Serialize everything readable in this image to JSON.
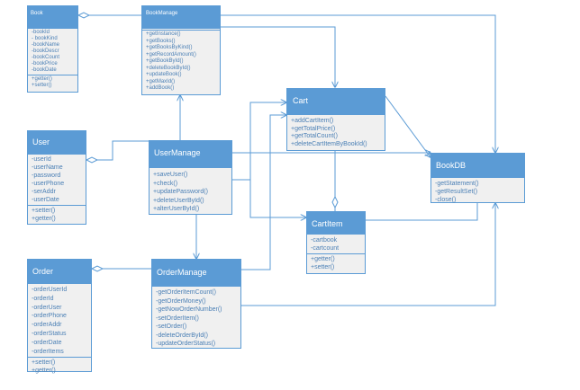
{
  "classes": {
    "book": {
      "name": "Book",
      "attributes": [
        "-bookId",
        "- bookKind",
        "-bookName",
        "-bookDescr",
        "-bookCount",
        "-bookPrice",
        "-bookDate"
      ],
      "methods": [
        "+getter()",
        "+setter()"
      ]
    },
    "bookmanage": {
      "name": "BookManage",
      "attributes": [],
      "methods": [
        "+getInstance()",
        "+getBooks()",
        "+getBooksByKind()",
        "+getRecordAmount()",
        "+getBookById()",
        "+deleteBookById()",
        "+updateBook()",
        "+getMaxId()",
        "+addBook()"
      ]
    },
    "cart": {
      "name": "Cart",
      "attributes": [],
      "methods": [
        "+addCartItem()",
        "+getTotalPrice()",
        "+getTotalCount()",
        "+deleteCartItemByBookId()"
      ]
    },
    "user": {
      "name": "User",
      "attributes": [
        "-userId",
        "-userName",
        "-password",
        "-userPhone",
        "-serAddr",
        "-userDate"
      ],
      "methods": [
        "+setter()",
        "+getter()"
      ]
    },
    "usermanage": {
      "name": "UserManage",
      "attributes": [],
      "methods": [
        "+saveUser()",
        "+check()",
        "+updatePassword()",
        "+deleteUserById()",
        "+alterUserById()"
      ]
    },
    "bookdb": {
      "name": "BookDB",
      "attributes": [],
      "methods": [
        "-getStatement()",
        "-getResultSet()",
        "-close()"
      ]
    },
    "cartitem": {
      "name": "CartItem",
      "attributes": [
        "-cartbook",
        "-cartcount"
      ],
      "methods": [
        "+getter()",
        "+setter()"
      ]
    },
    "order": {
      "name": "Order",
      "attributes": [
        "-orderUserId",
        "-orderId",
        "-orderUser",
        "-orderPhone",
        "-orderAddr",
        "-orderStatus",
        "-orderDate",
        "-orderItems"
      ],
      "methods": [
        "+setter()",
        "+getter()"
      ]
    },
    "ordermanage": {
      "name": "OrderManage",
      "attributes": [],
      "methods": [
        "-getOrderItemCount()",
        "-getOrderMoney()",
        "-getNowOrderNumber()",
        "-setOrderItem()",
        "-setOrder()",
        "-deleteOrderById()",
        "-updateOrderStatus()"
      ]
    }
  },
  "colors": {
    "header": "#5b9bd5",
    "body": "#f0f0f0",
    "text": "#4a7fb5",
    "line": "#5b9bd5"
  }
}
